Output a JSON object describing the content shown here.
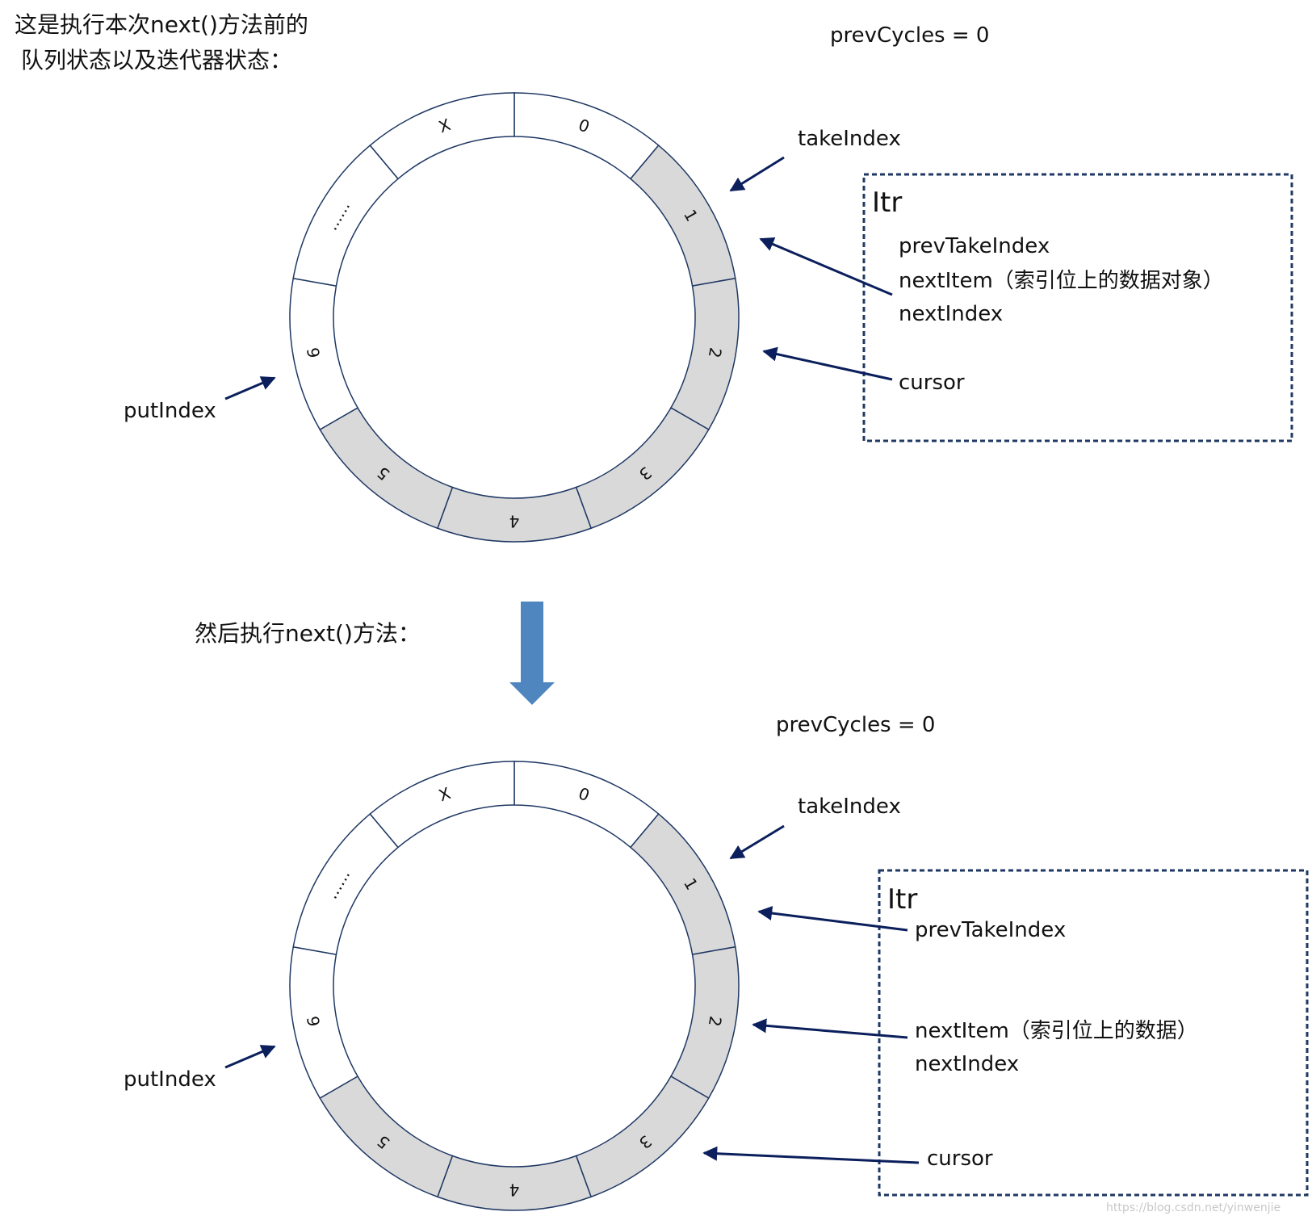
{
  "intro_line1": "这是执行本次next()方法前的",
  "intro_line2": "队列状态以及迭代器状态：",
  "then_label": "然后执行next()方法：",
  "watermark": "https://blog.csdn.net/yinwenjie",
  "colors": {
    "filled": "#d9d9d9",
    "empty": "#ffffff",
    "stroke": "#1f3864",
    "arrow": "#0b1f5c",
    "box_border": "#1f3864",
    "down_arrow": "#4f86bf"
  },
  "segments": [
    {
      "label": "0",
      "filled": false
    },
    {
      "label": "1",
      "filled": true
    },
    {
      "label": "2",
      "filled": true
    },
    {
      "label": "3",
      "filled": true
    },
    {
      "label": "4",
      "filled": true
    },
    {
      "label": "5",
      "filled": true
    },
    {
      "label": "6",
      "filled": false
    },
    {
      "label": "......",
      "filled": false
    },
    {
      "label": "X",
      "filled": false
    }
  ],
  "before": {
    "prev_cycles": "prevCycles = 0",
    "take_index": "takeIndex",
    "put_index": "putIndex",
    "itr": {
      "title": "Itr",
      "prev_take_index": "prevTakeIndex",
      "next_item": "nextItem（索引位上的数据对象）",
      "next_index": "nextIndex",
      "cursor": "cursor"
    }
  },
  "after": {
    "prev_cycles": "prevCycles = 0",
    "take_index": "takeIndex",
    "put_index": "putIndex",
    "itr": {
      "title": "Itr",
      "prev_take_index": "prevTakeIndex",
      "next_item": "nextItem（索引位上的数据）",
      "next_index": "nextIndex",
      "cursor": "cursor"
    }
  }
}
